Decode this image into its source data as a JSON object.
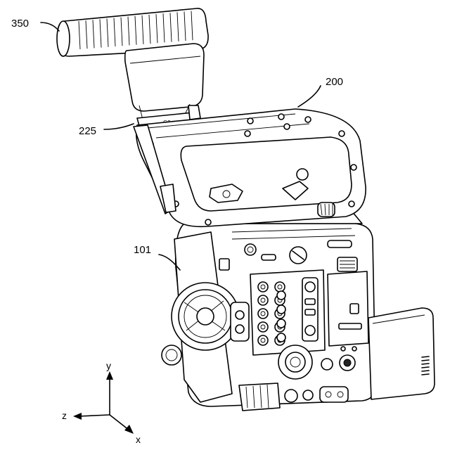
{
  "labels": {
    "microphone": "350",
    "handle": "200",
    "holder": "225",
    "mount": "101"
  },
  "axes": {
    "y": "y",
    "z": "z",
    "x": "x"
  }
}
